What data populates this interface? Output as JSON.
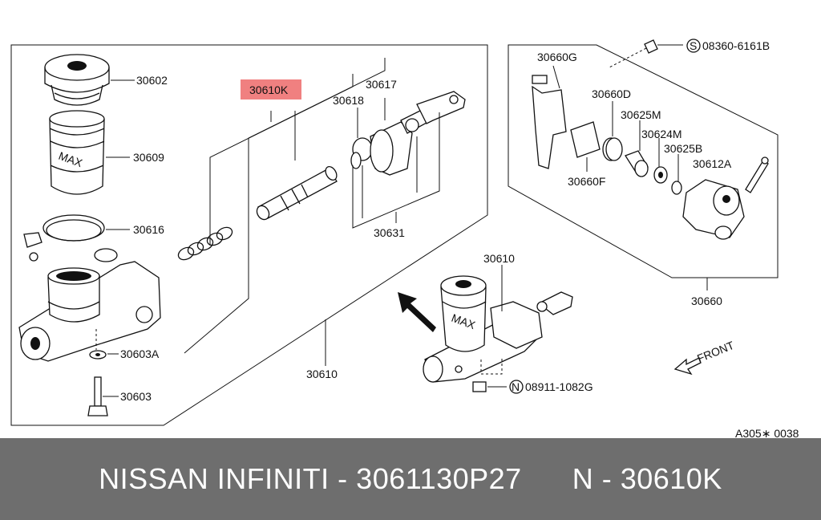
{
  "labels": {
    "p30602": "30602",
    "p30609": "30609",
    "p30616": "30616",
    "p30603A": "30603A",
    "p30603": "30603",
    "p30610K": "30610K",
    "p30618": "30618",
    "p30617": "30617",
    "p30631": "30631",
    "p30610_bottom": "30610",
    "p30610_assembly": "30610",
    "p30660G": "30660G",
    "p30660D": "30660D",
    "p30625M": "30625M",
    "p30624M": "30624M",
    "p30625B": "30625B",
    "p30612A": "30612A",
    "p30660F": "30660F",
    "p30660": "30660",
    "bolt_top_prefix": "S",
    "bolt_top_number": "08360-6161B",
    "nut_bottom_prefix": "N",
    "nut_bottom_number": "08911-1082G",
    "front": "FRONT",
    "diagram_ref": "A305∗ 0038",
    "max_mark": "MAX"
  },
  "highlight_color": "#f08080",
  "footer": {
    "text": "NISSAN INFINITI - 3061130P27      N - 30610K"
  }
}
